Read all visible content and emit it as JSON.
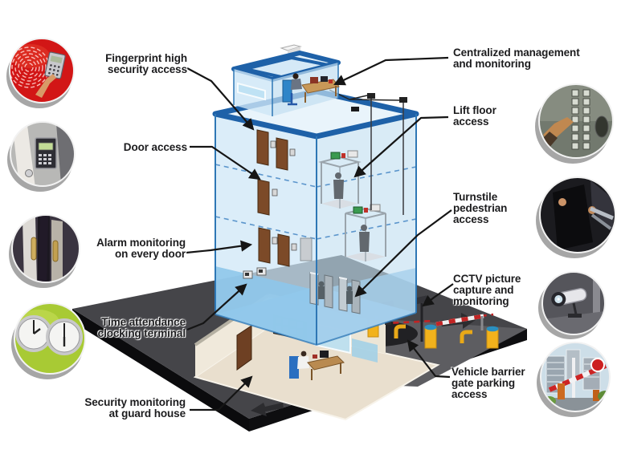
{
  "figure": {
    "kind": "building-security-system-diagram",
    "background": "#ffffff"
  },
  "callouts": {
    "left": [
      {
        "name": "fingerprint-high-security-access",
        "lines": [
          "Fingerprint high",
          "security access"
        ]
      },
      {
        "name": "door-access",
        "lines": [
          "Door access"
        ]
      },
      {
        "name": "alarm-monitoring-on-every-door",
        "lines": [
          "Alarm monitoring",
          "on every door"
        ]
      },
      {
        "name": "time-attendance-clocking-terminal",
        "lines": [
          "Time attendance",
          "clocking terminal"
        ]
      },
      {
        "name": "security-monitoring-at-guard-house",
        "lines": [
          "Security monitoring",
          "at guard house"
        ]
      }
    ],
    "right": [
      {
        "name": "centralized-management-and-monitoring",
        "lines": [
          "Centralized management",
          "and monitoring"
        ]
      },
      {
        "name": "lift-floor-access",
        "lines": [
          "Lift floor",
          "access"
        ]
      },
      {
        "name": "turnstile-pedestrian-access",
        "lines": [
          "Turnstile",
          "pedestrian",
          "access"
        ]
      },
      {
        "name": "cctv-picture-capture-and-monitoring",
        "lines": [
          "CCTV picture",
          "capture and",
          "monitoring"
        ]
      },
      {
        "name": "vehicle-barrier-gate-parking-access",
        "lines": [
          "Vehicle barrier",
          "gate parking",
          "access"
        ]
      }
    ]
  },
  "photo_icons": [
    {
      "name": "fingerprint-reader-photo",
      "accent": "#d21616"
    },
    {
      "name": "door-keypad-photo",
      "accent": "#2e2e34"
    },
    {
      "name": "door-handle-alarm-photo",
      "accent": "#3a3440"
    },
    {
      "name": "time-clocks-photo",
      "accent": "#a8ca34"
    },
    {
      "name": "lift-button-panel-photo",
      "accent": "#868c80"
    },
    {
      "name": "turnstile-person-photo",
      "accent": "#1b1b1f"
    },
    {
      "name": "cctv-camera-photo",
      "accent": "#55555b"
    },
    {
      "name": "vehicle-barrier-gate-photo",
      "accent": "#cddee8"
    }
  ],
  "palette": {
    "label_text": "#1c1c1e",
    "leader_line": "#151515",
    "building_glass": "#cde6f6",
    "building_edge": "#2e77b5",
    "roof_band": "#1e61a8",
    "ground_floor_blue": "#69a7da",
    "platform_top": "#454549",
    "platform_side": "#0b0b0d",
    "road_surface": "#5d5d61",
    "door_brown": "#7c4a28",
    "guard_house_wall": "#f0e9db",
    "bollard_yellow": "#f2b21c",
    "bollard_cap_blue": "#2a8fc0",
    "barrier_stripe_red": "#cc2424",
    "fingerprint_red": "#d21616",
    "clock_circle_green": "#a8ca34"
  }
}
